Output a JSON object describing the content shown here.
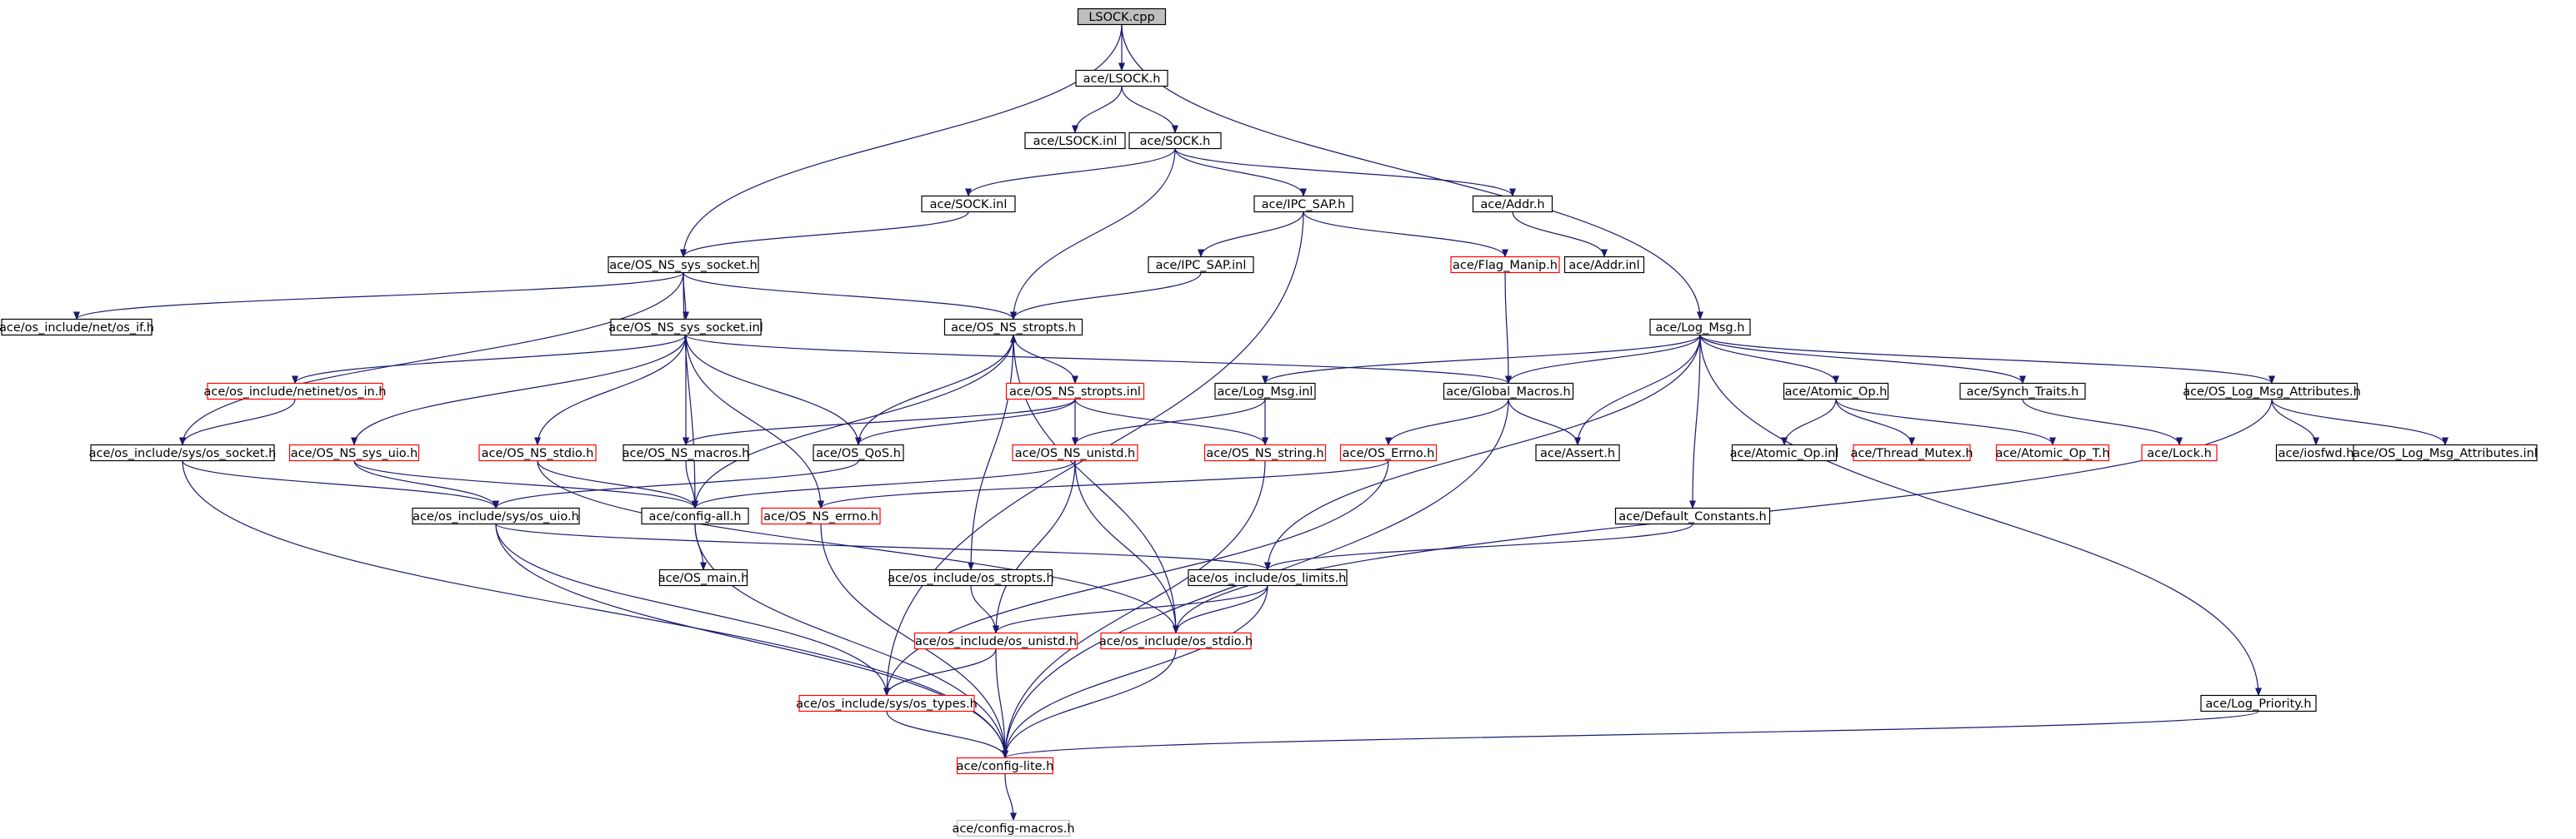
{
  "graph": {
    "colors": {
      "edge": "#191970",
      "box_default": "#000000",
      "box_truncated": "#ff0000",
      "box_missing": "#bfbfbf",
      "root_fill": "#bfbfbf"
    },
    "nodes": [
      {
        "id": "lsock_cpp",
        "label": "LSOCK.cpp",
        "style": "root"
      },
      {
        "id": "lsock_h",
        "label": "ace/LSOCK.h",
        "style": "default"
      },
      {
        "id": "lsock_inl",
        "label": "ace/LSOCK.inl",
        "style": "default"
      },
      {
        "id": "sock_h",
        "label": "ace/SOCK.h",
        "style": "default"
      },
      {
        "id": "sock_inl",
        "label": "ace/SOCK.inl",
        "style": "default"
      },
      {
        "id": "ipc_sap_h",
        "label": "ace/IPC_SAP.h",
        "style": "default"
      },
      {
        "id": "addr_h",
        "label": "ace/Addr.h",
        "style": "default"
      },
      {
        "id": "os_ns_sys_socket_h",
        "label": "ace/OS_NS_sys_socket.h",
        "style": "default"
      },
      {
        "id": "ipc_sap_inl",
        "label": "ace/IPC_SAP.inl",
        "style": "default"
      },
      {
        "id": "flag_manip_h",
        "label": "ace/Flag_Manip.h",
        "style": "truncated"
      },
      {
        "id": "addr_inl",
        "label": "ace/Addr.inl",
        "style": "default"
      },
      {
        "id": "os_if_h",
        "label": "ace/os_include/net/os_if.h",
        "style": "default"
      },
      {
        "id": "os_ns_sys_socket_inl",
        "label": "ace/OS_NS_sys_socket.inl",
        "style": "default"
      },
      {
        "id": "os_ns_stropts_h",
        "label": "ace/OS_NS_stropts.h",
        "style": "default"
      },
      {
        "id": "log_msg_h",
        "label": "ace/Log_Msg.h",
        "style": "default"
      },
      {
        "id": "os_in_h",
        "label": "ace/os_include/netinet/os_in.h",
        "style": "truncated"
      },
      {
        "id": "os_ns_stropts_inl",
        "label": "ace/OS_NS_stropts.inl",
        "style": "truncated"
      },
      {
        "id": "log_msg_inl",
        "label": "ace/Log_Msg.inl",
        "style": "default"
      },
      {
        "id": "global_macros_h",
        "label": "ace/Global_Macros.h",
        "style": "default"
      },
      {
        "id": "atomic_op_h",
        "label": "ace/Atomic_Op.h",
        "style": "default"
      },
      {
        "id": "synch_traits_h",
        "label": "ace/Synch_Traits.h",
        "style": "default"
      },
      {
        "id": "os_log_msg_attributes_h",
        "label": "ace/OS_Log_Msg_Attributes.h",
        "style": "default"
      },
      {
        "id": "os_socket_h",
        "label": "ace/os_include/sys/os_socket.h",
        "style": "default"
      },
      {
        "id": "os_ns_sys_uio_h",
        "label": "ace/OS_NS_sys_uio.h",
        "style": "truncated"
      },
      {
        "id": "os_ns_stdio_h",
        "label": "ace/OS_NS_stdio.h",
        "style": "truncated"
      },
      {
        "id": "os_ns_macros_h",
        "label": "ace/OS_NS_macros.h",
        "style": "default"
      },
      {
        "id": "os_qos_h",
        "label": "ace/OS_QoS.h",
        "style": "default"
      },
      {
        "id": "os_ns_unistd_h",
        "label": "ace/OS_NS_unistd.h",
        "style": "truncated"
      },
      {
        "id": "os_ns_string_h",
        "label": "ace/OS_NS_string.h",
        "style": "truncated"
      },
      {
        "id": "os_errno_h",
        "label": "ace/OS_Errno.h",
        "style": "truncated"
      },
      {
        "id": "assert_h",
        "label": "ace/Assert.h",
        "style": "default"
      },
      {
        "id": "atomic_op_inl",
        "label": "ace/Atomic_Op.inl",
        "style": "default"
      },
      {
        "id": "thread_mutex_h",
        "label": "ace/Thread_Mutex.h",
        "style": "truncated"
      },
      {
        "id": "atomic_op_t_h",
        "label": "ace/Atomic_Op_T.h",
        "style": "truncated"
      },
      {
        "id": "lock_h",
        "label": "ace/Lock.h",
        "style": "truncated"
      },
      {
        "id": "iosfwd_h",
        "label": "ace/iosfwd.h",
        "style": "default"
      },
      {
        "id": "os_log_msg_attributes_inl",
        "label": "ace/OS_Log_Msg_Attributes.inl",
        "style": "default"
      },
      {
        "id": "os_uio_h",
        "label": "ace/os_include/sys/os_uio.h",
        "style": "default"
      },
      {
        "id": "config_all_h",
        "label": "ace/config-all.h",
        "style": "default"
      },
      {
        "id": "os_ns_errno_h",
        "label": "ace/OS_NS_errno.h",
        "style": "truncated"
      },
      {
        "id": "default_constants_h",
        "label": "ace/Default_Constants.h",
        "style": "default"
      },
      {
        "id": "os_main_h",
        "label": "ace/OS_main.h",
        "style": "default"
      },
      {
        "id": "os_stropts_h",
        "label": "ace/os_include/os_stropts.h",
        "style": "default"
      },
      {
        "id": "os_limits_h",
        "label": "ace/os_include/os_limits.h",
        "style": "default"
      },
      {
        "id": "os_unistd_h",
        "label": "ace/os_include/os_unistd.h",
        "style": "truncated"
      },
      {
        "id": "os_stdio_h",
        "label": "ace/os_include/os_stdio.h",
        "style": "truncated"
      },
      {
        "id": "os_types_h",
        "label": "ace/os_include/sys/os_types.h",
        "style": "truncated"
      },
      {
        "id": "log_priority_h",
        "label": "ace/Log_Priority.h",
        "style": "default"
      },
      {
        "id": "config_lite_h",
        "label": "ace/config-lite.h",
        "style": "truncated"
      },
      {
        "id": "config_macros_h",
        "label": "ace/config-macros.h",
        "style": "missing"
      }
    ],
    "edges": [
      [
        "lsock_cpp",
        "lsock_h"
      ],
      [
        "lsock_cpp",
        "os_ns_sys_socket_h"
      ],
      [
        "lsock_cpp",
        "log_msg_h"
      ],
      [
        "lsock_h",
        "lsock_inl"
      ],
      [
        "lsock_h",
        "sock_h"
      ],
      [
        "sock_h",
        "sock_inl"
      ],
      [
        "sock_h",
        "ipc_sap_h"
      ],
      [
        "sock_h",
        "addr_h"
      ],
      [
        "sock_h",
        "os_ns_stropts_h"
      ],
      [
        "sock_inl",
        "os_ns_sys_socket_h"
      ],
      [
        "ipc_sap_h",
        "ipc_sap_inl"
      ],
      [
        "ipc_sap_h",
        "flag_manip_h"
      ],
      [
        "ipc_sap_h",
        "os_types_h"
      ],
      [
        "addr_h",
        "addr_inl"
      ],
      [
        "ipc_sap_inl",
        "os_ns_stropts_h"
      ],
      [
        "flag_manip_h",
        "global_macros_h"
      ],
      [
        "os_ns_sys_socket_h",
        "os_if_h"
      ],
      [
        "os_ns_sys_socket_h",
        "os_ns_sys_socket_inl"
      ],
      [
        "os_ns_sys_socket_h",
        "os_ns_stropts_h"
      ],
      [
        "os_ns_sys_socket_h",
        "os_socket_h"
      ],
      [
        "os_ns_sys_socket_h",
        "config_all_h"
      ],
      [
        "os_ns_sys_socket_inl",
        "os_in_h"
      ],
      [
        "os_ns_sys_socket_inl",
        "os_ns_sys_uio_h"
      ],
      [
        "os_ns_sys_socket_inl",
        "os_ns_stdio_h"
      ],
      [
        "os_ns_sys_socket_inl",
        "os_ns_macros_h"
      ],
      [
        "os_ns_sys_socket_inl",
        "os_qos_h"
      ],
      [
        "os_ns_sys_socket_inl",
        "os_ns_errno_h"
      ],
      [
        "os_ns_sys_socket_inl",
        "global_macros_h"
      ],
      [
        "os_ns_stropts_h",
        "os_ns_stropts_inl"
      ],
      [
        "os_ns_stropts_h",
        "os_stropts_h"
      ],
      [
        "os_ns_stropts_h",
        "config_all_h"
      ],
      [
        "os_ns_stropts_h",
        "os_stdio_h"
      ],
      [
        "os_ns_stropts_inl",
        "os_ns_unistd_h"
      ],
      [
        "os_ns_stropts_inl",
        "os_ns_string_h"
      ],
      [
        "os_ns_stropts_inl",
        "os_ns_macros_h"
      ],
      [
        "os_ns_stropts_inl",
        "os_qos_h"
      ],
      [
        "log_msg_h",
        "log_msg_inl"
      ],
      [
        "log_msg_h",
        "global_macros_h"
      ],
      [
        "log_msg_h",
        "atomic_op_h"
      ],
      [
        "log_msg_h",
        "synch_traits_h"
      ],
      [
        "log_msg_h",
        "os_log_msg_attributes_h"
      ],
      [
        "log_msg_h",
        "assert_h"
      ],
      [
        "log_msg_h",
        "default_constants_h"
      ],
      [
        "log_msg_h",
        "os_limits_h"
      ],
      [
        "log_msg_h",
        "log_priority_h"
      ],
      [
        "log_msg_inl",
        "os_ns_unistd_h"
      ],
      [
        "log_msg_inl",
        "os_ns_string_h"
      ],
      [
        "global_macros_h",
        "os_errno_h"
      ],
      [
        "global_macros_h",
        "assert_h"
      ],
      [
        "global_macros_h",
        "config_lite_h"
      ],
      [
        "atomic_op_h",
        "atomic_op_inl"
      ],
      [
        "atomic_op_h",
        "thread_mutex_h"
      ],
      [
        "atomic_op_h",
        "atomic_op_t_h"
      ],
      [
        "synch_traits_h",
        "lock_h"
      ],
      [
        "os_log_msg_attributes_h",
        "iosfwd_h"
      ],
      [
        "os_log_msg_attributes_h",
        "os_log_msg_attributes_inl"
      ],
      [
        "os_log_msg_attributes_h",
        "os_stdio_h"
      ],
      [
        "os_in_h",
        "os_socket_h"
      ],
      [
        "os_socket_h",
        "os_uio_h"
      ],
      [
        "os_socket_h",
        "config_lite_h"
      ],
      [
        "os_ns_sys_uio_h",
        "os_uio_h"
      ],
      [
        "os_ns_sys_uio_h",
        "config_all_h"
      ],
      [
        "os_ns_stdio_h",
        "config_all_h"
      ],
      [
        "os_ns_stdio_h",
        "os_stdio_h"
      ],
      [
        "os_ns_macros_h",
        "config_all_h"
      ],
      [
        "os_qos_h",
        "os_ns_stropts_h"
      ],
      [
        "os_qos_h",
        "os_uio_h"
      ],
      [
        "os_ns_unistd_h",
        "config_all_h"
      ],
      [
        "os_ns_unistd_h",
        "os_unistd_h"
      ],
      [
        "os_ns_unistd_h",
        "os_stdio_h"
      ],
      [
        "os_ns_string_h",
        "config_lite_h"
      ],
      [
        "os_errno_h",
        "os_ns_errno_h"
      ],
      [
        "os_errno_h",
        "os_types_h"
      ],
      [
        "os_uio_h",
        "os_types_h"
      ],
      [
        "os_uio_h",
        "os_limits_h"
      ],
      [
        "os_uio_h",
        "config_lite_h"
      ],
      [
        "config_all_h",
        "os_main_h"
      ],
      [
        "config_all_h",
        "config_lite_h"
      ],
      [
        "os_ns_errno_h",
        "config_lite_h"
      ],
      [
        "default_constants_h",
        "os_limits_h"
      ],
      [
        "os_stropts_h",
        "os_unistd_h"
      ],
      [
        "os_limits_h",
        "os_unistd_h"
      ],
      [
        "os_limits_h",
        "os_stdio_h"
      ],
      [
        "os_limits_h",
        "config_lite_h"
      ],
      [
        "os_unistd_h",
        "os_types_h"
      ],
      [
        "os_unistd_h",
        "config_lite_h"
      ],
      [
        "os_stdio_h",
        "config_lite_h"
      ],
      [
        "os_types_h",
        "config_lite_h"
      ],
      [
        "log_priority_h",
        "config_lite_h"
      ],
      [
        "config_lite_h",
        "config_macros_h"
      ]
    ]
  }
}
